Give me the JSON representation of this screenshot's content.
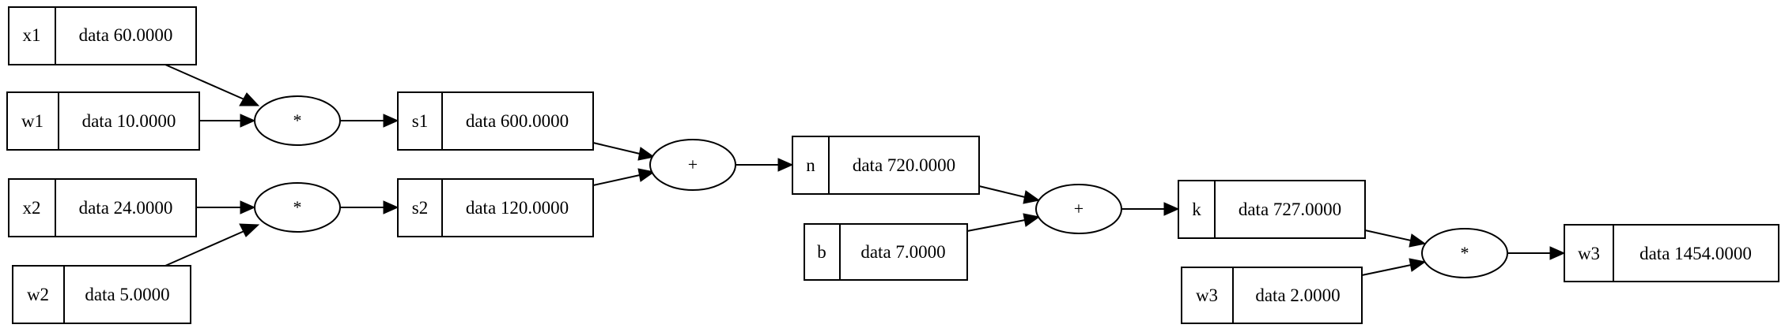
{
  "nodes": {
    "x1": {
      "name": "x1",
      "value": "data 60.0000"
    },
    "w1": {
      "name": "w1",
      "value": "data 10.0000"
    },
    "x2": {
      "name": "x2",
      "value": "data 24.0000"
    },
    "w2": {
      "name": "w2",
      "value": "data 5.0000"
    },
    "s1": {
      "name": "s1",
      "value": "data 600.0000"
    },
    "s2": {
      "name": "s2",
      "value": "data 120.0000"
    },
    "n": {
      "name": "n",
      "value": "data 720.0000"
    },
    "b": {
      "name": "b",
      "value": "data 7.0000"
    },
    "k": {
      "name": "k",
      "value": "data 727.0000"
    },
    "w3a": {
      "name": "w3",
      "value": "data 2.0000"
    },
    "w3": {
      "name": "w3",
      "value": "data 1454.0000"
    }
  },
  "ops": {
    "mul1": "*",
    "mul2": "*",
    "add1": "+",
    "add2": "+",
    "mul3": "*"
  }
}
